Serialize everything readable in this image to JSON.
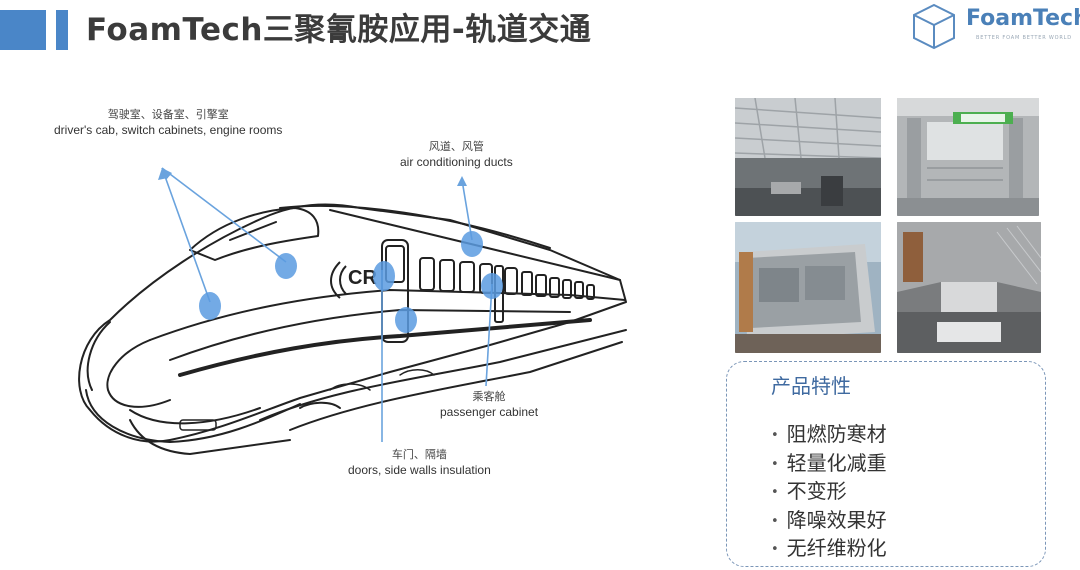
{
  "header": {
    "title": "FoamTech三聚氰胺应用-轨道交通",
    "logo_name": "FoamTech",
    "logo_tagline": "BETTER FOAM BETTER WORLD",
    "accent_color": "#4a86c8"
  },
  "diagram": {
    "train_label": "CR",
    "callouts": [
      {
        "cn": "驾驶室、设备室、引擎室",
        "en": "driver's cab, switch cabinets, engine rooms"
      },
      {
        "cn": "风道、风管",
        "en": "air conditioning ducts"
      },
      {
        "cn": "乘客舱",
        "en": "passenger cabinet"
      },
      {
        "cn": "车门、隔墙",
        "en": "doors, side walls insulation"
      }
    ],
    "marker_color": "#5b9be0"
  },
  "photos": [
    {
      "name": "ceiling-insulation-photo"
    },
    {
      "name": "car-body-frame-photo"
    },
    {
      "name": "carbody-assembly-photo"
    },
    {
      "name": "interior-lining-photo"
    }
  ],
  "features": {
    "title": "产品特性",
    "items": [
      "阻燃防寒材",
      "轻量化减重",
      "不变形",
      "降噪效果好",
      "无纤维粉化"
    ]
  }
}
